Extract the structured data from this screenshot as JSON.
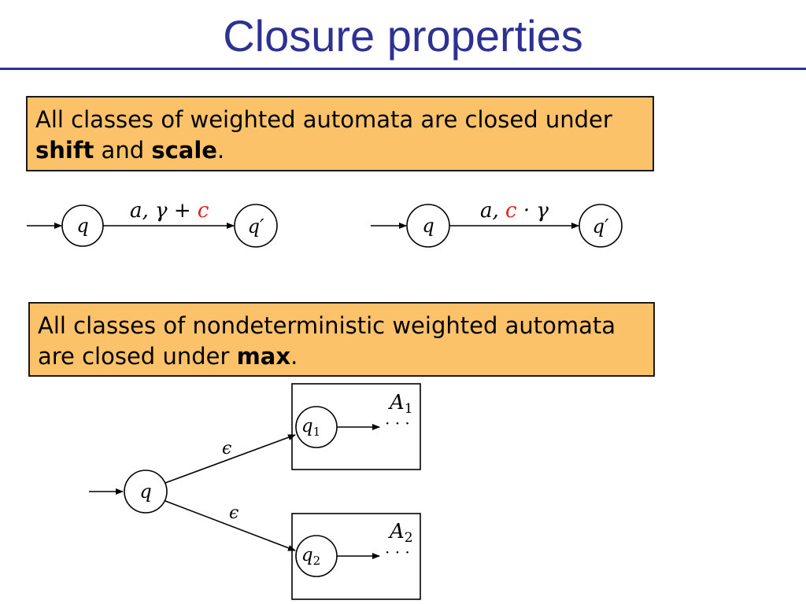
{
  "title": "Closure properties",
  "box1": {
    "line1": "All classes of weighted automata are closed under",
    "shift": "shift",
    "and": " and ",
    "scale": "scale",
    "period": "."
  },
  "box2": {
    "line1": "All classes of nondeterministic weighted automata",
    "line2_prefix": "are closed under ",
    "max": "max",
    "period": "."
  },
  "shift_diagram": {
    "source_state": "q",
    "target_state": "q′",
    "label_a": "a, γ + ",
    "label_c": "c"
  },
  "scale_diagram": {
    "source_state": "q",
    "target_state": "q′",
    "label_a": "a, ",
    "label_c": "c",
    "label_rest": " · γ"
  },
  "max_diagram": {
    "source_state": "q",
    "epsilon_top": "ϵ",
    "epsilon_bottom": "ϵ",
    "automaton1": {
      "name": "A",
      "sub": "1",
      "state": "q",
      "state_sub": "1",
      "dots": "· · ·"
    },
    "automaton2": {
      "name": "A",
      "sub": "2",
      "state": "q",
      "state_sub": "2",
      "dots": "· · ·"
    }
  },
  "colors": {
    "title": "#2e3192",
    "box_fill": "#fcc26a",
    "highlight": "#e0231c"
  }
}
